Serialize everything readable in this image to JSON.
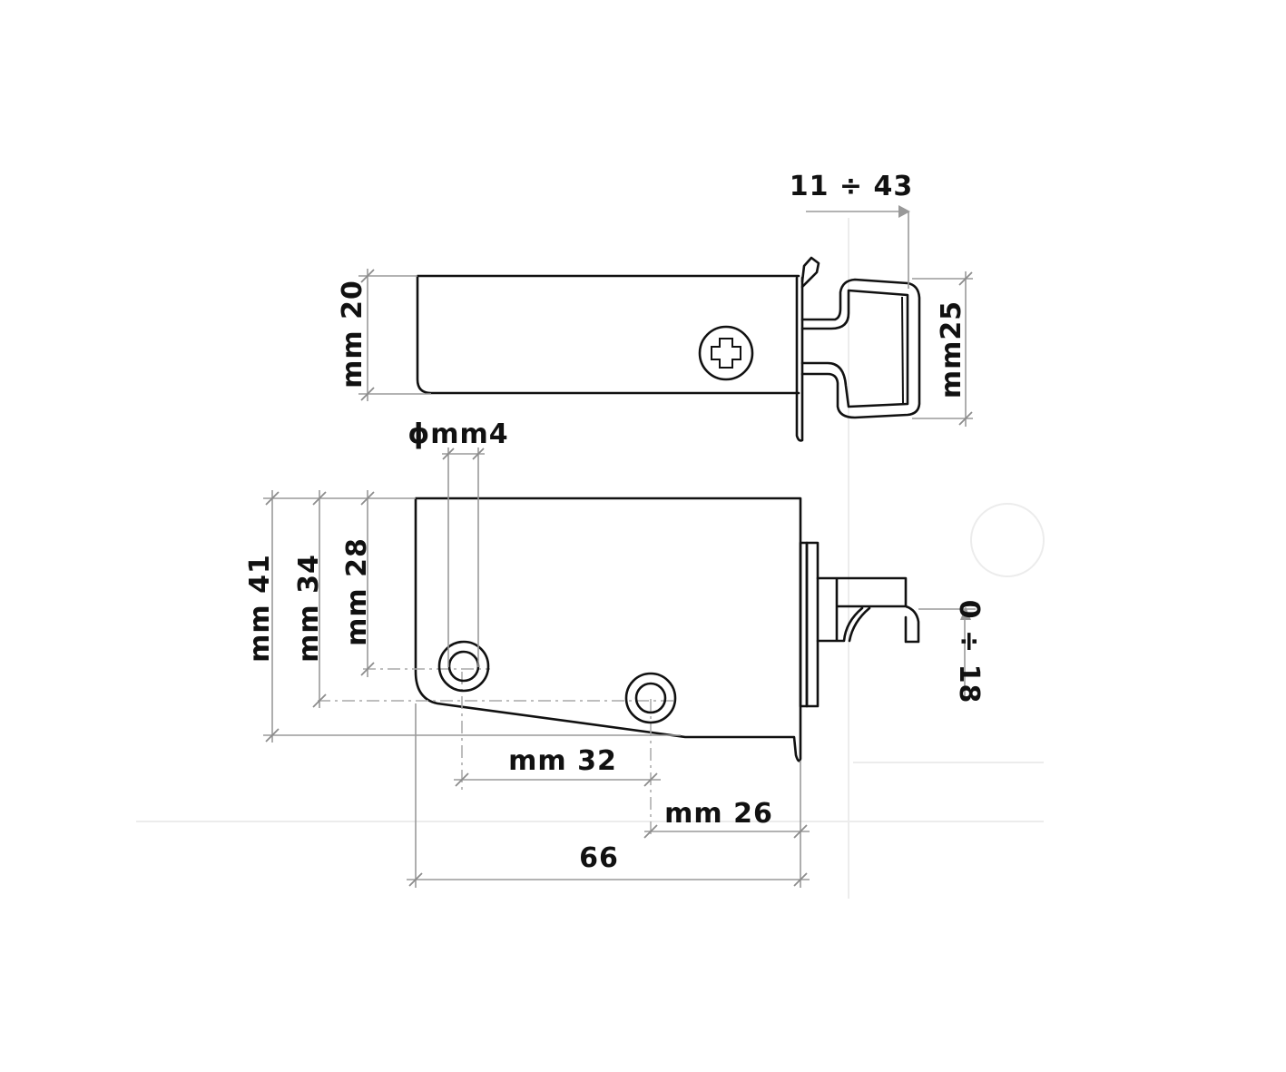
{
  "drawing": {
    "type": "technical-dimension-sketch",
    "views": [
      "top-view",
      "side-view"
    ],
    "line_color": "#111111",
    "dimension_line_color": "#9a9a9a",
    "background": "#ffffff"
  },
  "top_view": {
    "height_label": "mm 20",
    "adjust_range_label": "11 ÷ 43",
    "clip_height_label": "mm25"
  },
  "side_view": {
    "hole_diameter_label": "ϕmm4",
    "overall_height_label": "mm 41",
    "second_hole_height_label": "mm 34",
    "first_hole_height_label": "mm 28",
    "hole_spacing_label": "mm 32",
    "hole_to_edge_label": "mm 26",
    "overall_length_label": "66",
    "vertical_adjust_label": "0 ÷ 18"
  },
  "icons": {
    "screw": "phillips-screw-icon"
  }
}
